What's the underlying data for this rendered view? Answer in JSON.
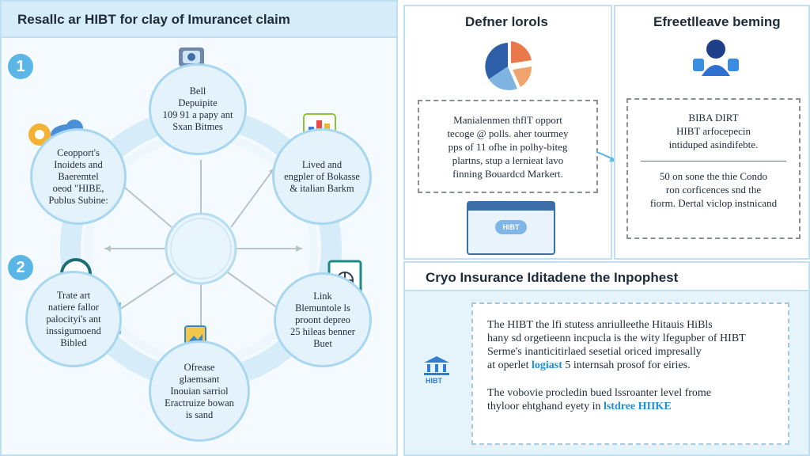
{
  "left_panel": {
    "title": "Resallc ar HIBT for clay of Imurancet claim",
    "steps": [
      "1",
      "2"
    ],
    "nodes": {
      "top": "Bell\nDepuipite\n109 91 a papy ant\nSxan Bitmes",
      "left": "Ceopport's\nInoidets and\nBaeremtel\noeod \"HIBE,\nPublus Subine:",
      "right": "Lived and\nengpler of Bokasse\n& italian Barkm",
      "left_low": "Trate art\nnatiere fallor\npalocityi's ant\ninssigumoend\nBibled",
      "right_low": "Link\nBlemuntole ls\nproont depreo\n25 hileas benner\nBuet",
      "bottom": "Ofrease\nglaemsant\nInouian sarriol\nEractruize bowan\nis sand"
    }
  },
  "top_mid": {
    "title": "Defner lorols",
    "box_text": "Manialenmen thflT opport\ntecoge @ polls. aher tourmey\npps of 11 ofhe in polhy-biteg\nplartns, stup a lernieat lavo\nfinning Bouardcd Markert.",
    "window_badge": "HIBT"
  },
  "top_right": {
    "title": "Efreetlleave beming",
    "box_line1": "BIBA DIRT",
    "box_line2": "HIBT arfocepecin\nintiduped asindifebte.",
    "box_line3": "50 on sone the thie Condo\nron corficences snd the\nfiorm. Dertal viclop instnicand"
  },
  "bottom_right": {
    "title": "Cryo Insurance Iditadene the Inpophest",
    "para1": "The HIBT the lfi stutess anriulleethe Hitauis HiBls\nhany sd orgetieenn incpucla is the wity lfegupber of HIBT\nSerme's inanticitirlaed sesetial oriced impresally\nat operlet",
    "para1_hl": "logiast",
    "para1_tail": "5 internsah prosof for eiries.",
    "para2": "The vobovie procledin bued lssroanter level frome\nthyloor ehtghand eyety in",
    "para2_hl": "lstdree HIIKE",
    "badge": "HIBT"
  },
  "colors": {
    "accent": "#5ab6e6",
    "node_fill": "#e3f2fb",
    "node_border": "#a8d7ef",
    "highlight": "#1e8fd6"
  }
}
